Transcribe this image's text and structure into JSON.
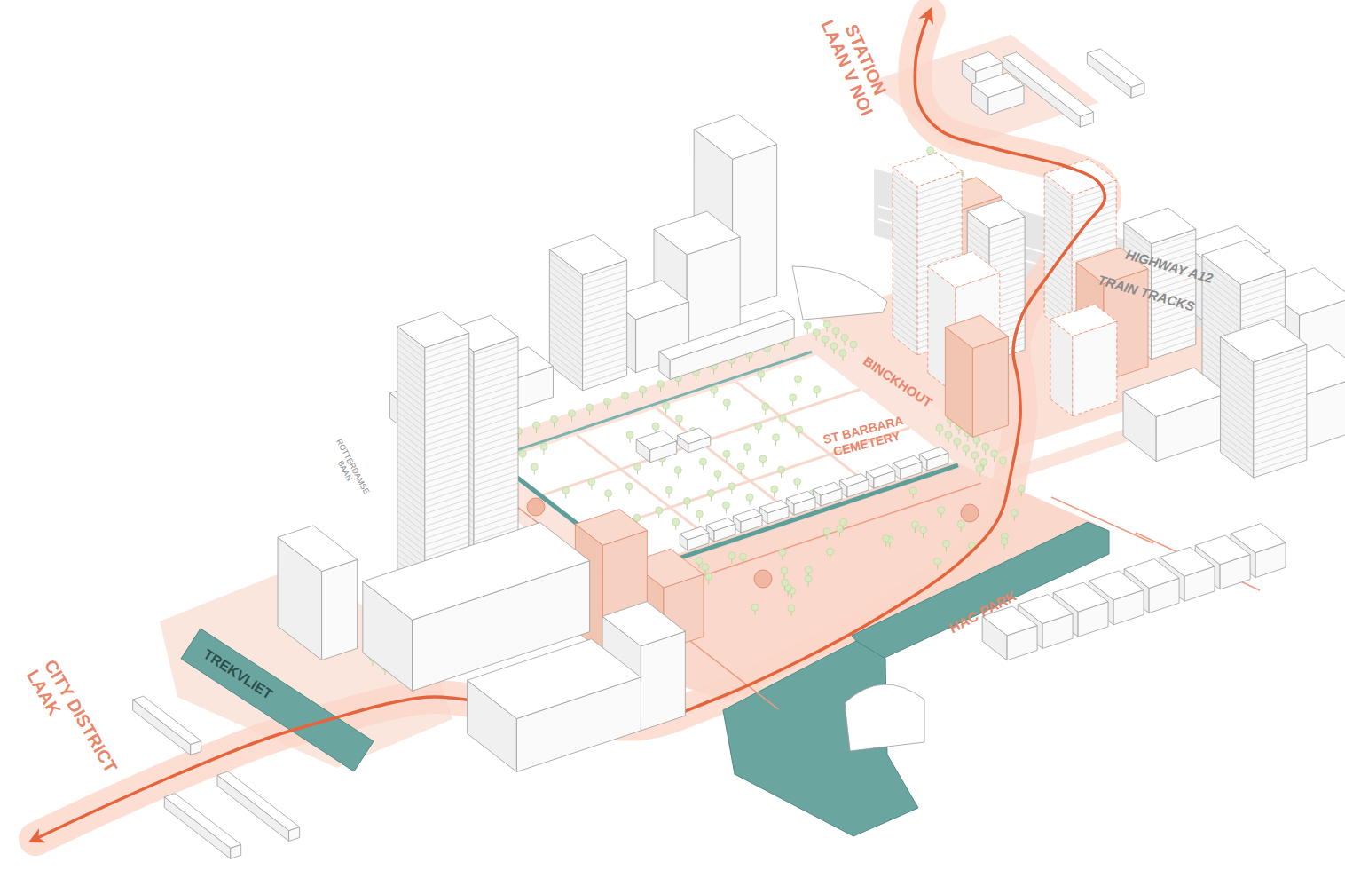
{
  "diagram": {
    "labels": [
      "STATION LAAN V NOI",
      "HIGHWAY A12",
      "TRAIN TRACKS",
      "BINCKHOUT",
      "ST BARBARA CEMETERY",
      "ROTTERDAMSE BAAN",
      "HAC PARK",
      "TREKVLIET",
      "CITY DISTRICT LAAK"
    ]
  }
}
